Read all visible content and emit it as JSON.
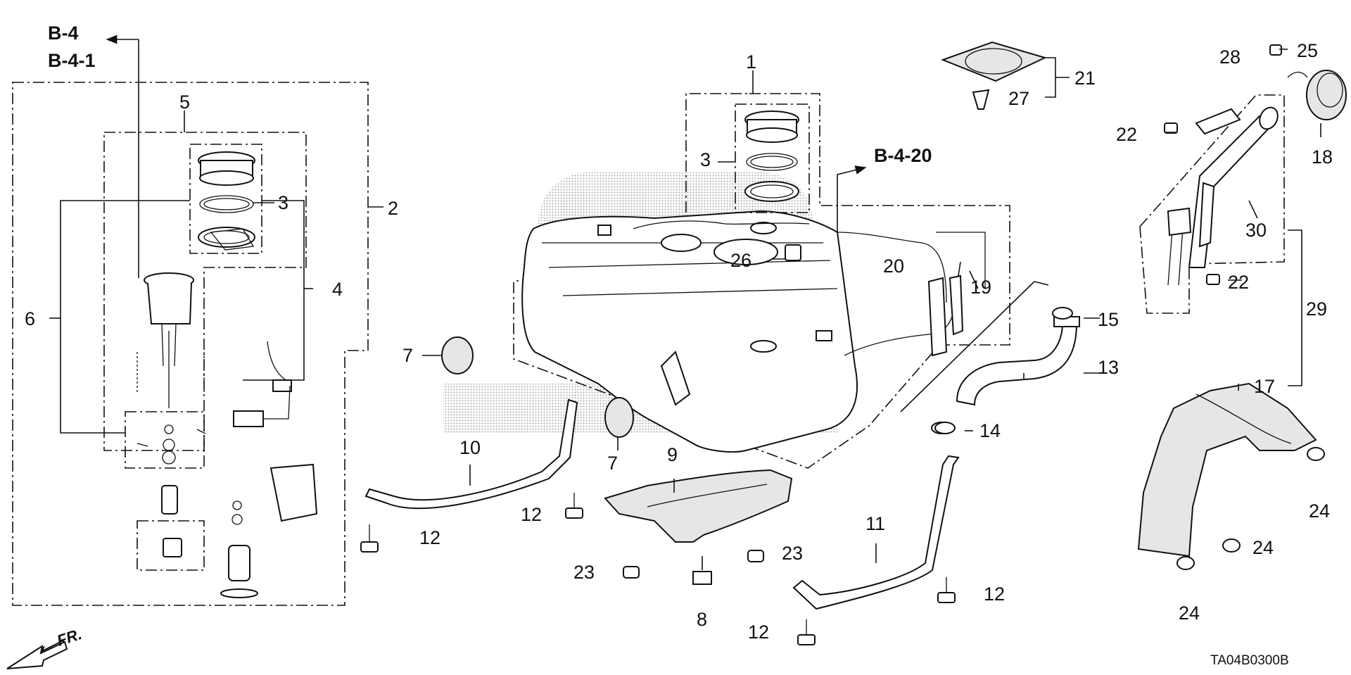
{
  "diagram": {
    "drawing_code": "TA04B0300B",
    "direction_label": "FR.",
    "references": [
      "B-4",
      "B-4-1",
      "B-4-20"
    ],
    "callouts": {
      "c1": "1",
      "c2": "2",
      "c3a": "3",
      "c3b": "3",
      "c4": "4",
      "c5": "5",
      "c6": "6",
      "c7a": "7",
      "c7b": "7",
      "c8": "8",
      "c9": "9",
      "c10": "10",
      "c11": "11",
      "c12a": "12",
      "c12b": "12",
      "c12c": "12",
      "c12d": "12",
      "c13": "13",
      "c14": "14",
      "c15": "15",
      "c17": "17",
      "c18": "18",
      "c19": "19",
      "c20": "20",
      "c21": "21",
      "c22a": "22",
      "c22b": "22",
      "c23a": "23",
      "c23b": "23",
      "c24a": "24",
      "c24b": "24",
      "c24c": "24",
      "c25": "25",
      "c26": "26",
      "c27": "27",
      "c28": "28",
      "c29": "29",
      "c30": "30"
    }
  }
}
